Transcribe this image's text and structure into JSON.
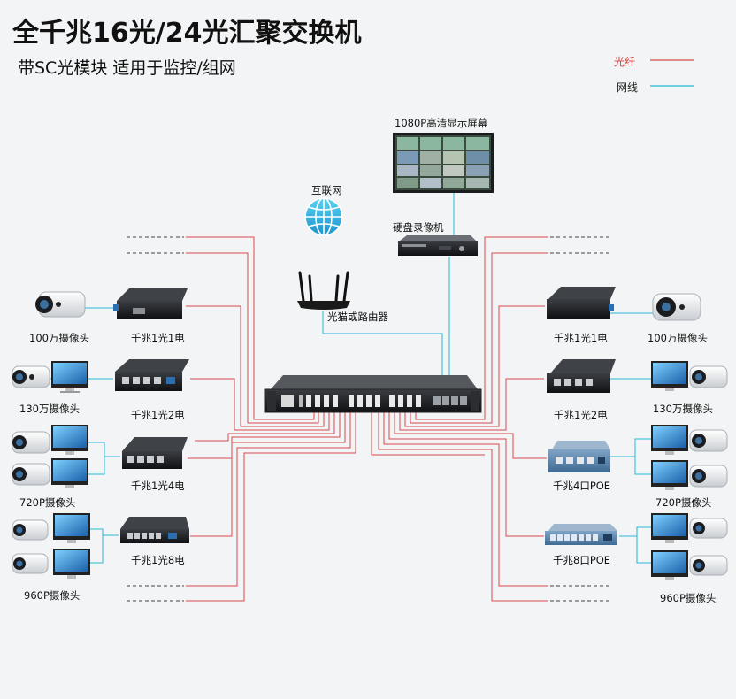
{
  "title": "全千兆16光/24光汇聚交换机",
  "subtitle": "带SC光模块  适用于监控/组网",
  "legend": {
    "fiber_label": "光纤",
    "network_label": "网线",
    "fiber_color": "#d9494a",
    "network_color": "#27b8d6"
  },
  "top": {
    "screen_label": "1080P高清显示屏幕",
    "internet_label": "互联网",
    "nvr_label": "硬盘录像机",
    "router_label": "光猫或路由器"
  },
  "left": {
    "camera_1mp_label": "100万摄像头",
    "converter_1_label": "千兆1光1电",
    "camera_1_3mp_label": "130万摄像头",
    "converter_2_label": "千兆1光2电",
    "converter_4_label": "千兆1光4电",
    "camera_720p_label": "720P摄像头",
    "converter_8_label": "千兆1光8电",
    "camera_960p_label": "960P摄像头"
  },
  "right": {
    "converter_1_label": "千兆1光1电",
    "camera_1mp_label": "100万摄像头",
    "converter_2_label": "千兆1光2电",
    "camera_1_3mp_label": "130万摄像头",
    "poe_4_label": "千兆4口POE",
    "camera_720p_label": "720P摄像头",
    "poe_8_label": "千兆8口POE",
    "camera_960p_label": "960P摄像头"
  }
}
